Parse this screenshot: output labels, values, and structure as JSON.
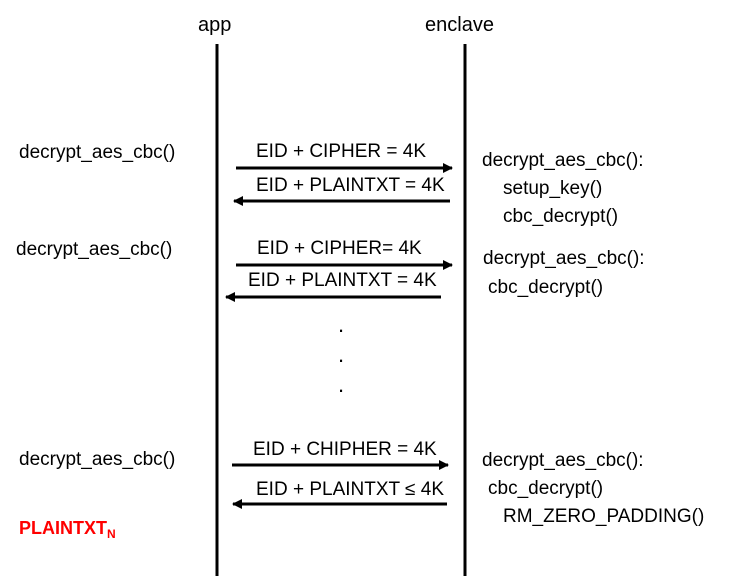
{
  "diagram": {
    "lifelines": {
      "app": "app",
      "enclave": "enclave"
    },
    "colors": {
      "line": "#000000",
      "highlight": "#ff0000"
    },
    "rounds": [
      {
        "app_call": "decrypt_aes_cbc()",
        "request": "EID + CIPHER = 4K",
        "response": "EID + PLAINTXT = 4K",
        "enclave_lines": [
          "decrypt_aes_cbc():",
          "setup_key()",
          "cbc_decrypt()"
        ]
      },
      {
        "app_call": "decrypt_aes_cbc()",
        "request": "EID + CIPHER= 4K",
        "response": "EID + PLAINTXT = 4K",
        "enclave_lines": [
          "decrypt_aes_cbc():",
          "cbc_decrypt()"
        ]
      },
      {
        "app_call": "decrypt_aes_cbc()",
        "request": "EID + CHIPHER = 4K",
        "response": "EID + PLAINTXT ≤ 4K",
        "enclave_lines": [
          "decrypt_aes_cbc():",
          "cbc_decrypt()",
          "RM_ZERO_PADDING()"
        ]
      }
    ],
    "ellipsis": [
      ".",
      ".",
      "."
    ],
    "result": {
      "text": "PLAINTXT",
      "subscript": "N"
    }
  }
}
